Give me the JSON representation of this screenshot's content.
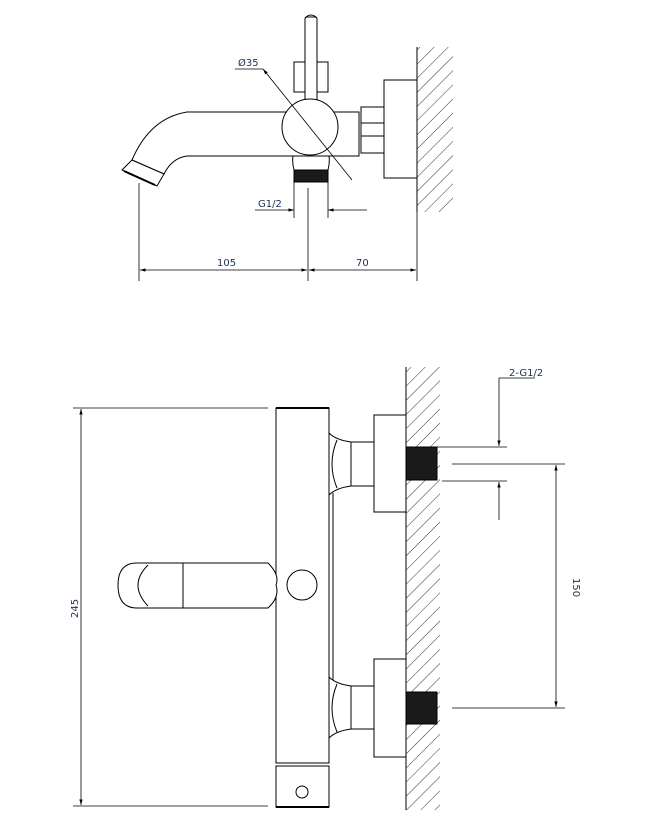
{
  "drawing": {
    "top_view": {
      "diameter_label": "Ø35",
      "thread_label": "G1/2",
      "dim_spout": "105",
      "dim_wall": "70"
    },
    "front_view": {
      "inlet_label": "2-G1/2",
      "dim_height": "245",
      "dim_centers": "150"
    },
    "colors": {
      "line": "#000000",
      "label": "#1c2f55",
      "thread": "#1a1a1a"
    }
  }
}
